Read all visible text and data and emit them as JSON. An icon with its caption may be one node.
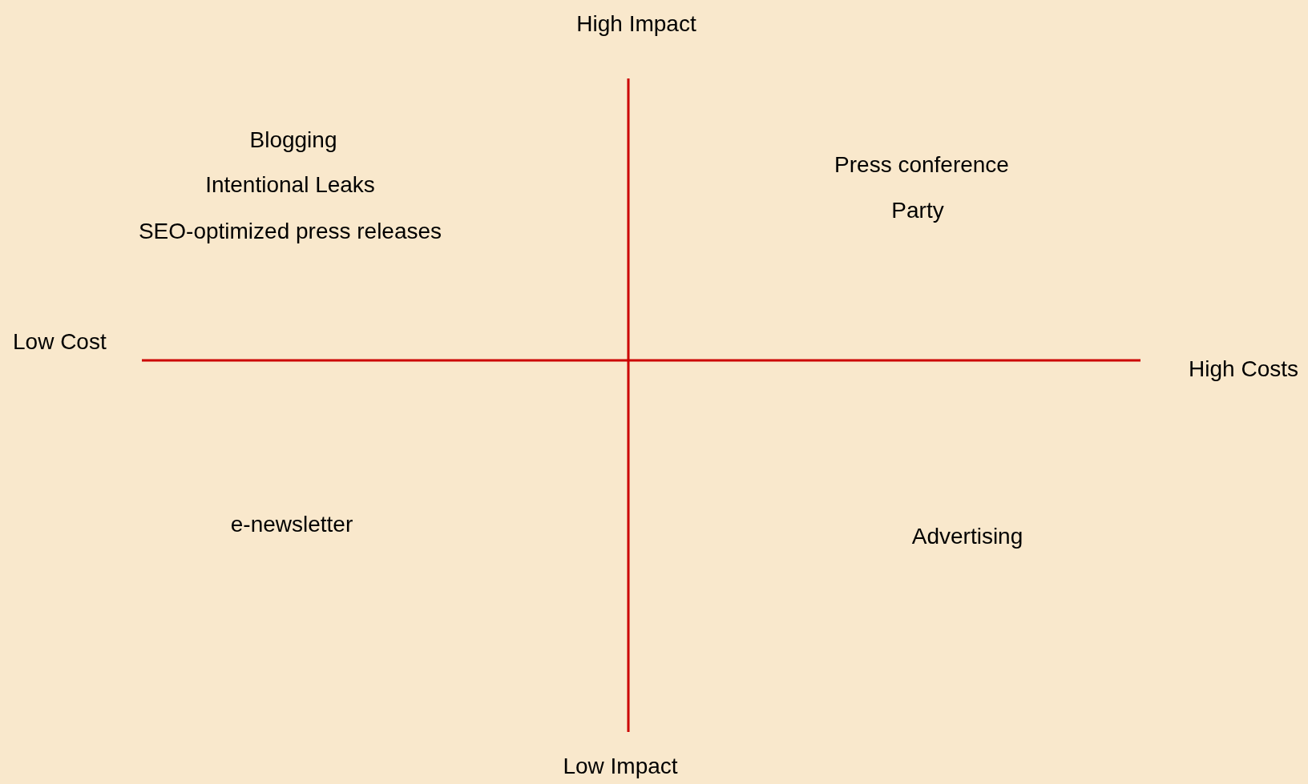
{
  "diagram": {
    "labels": [
      "High Impact",
      "Blogging",
      "Intentional Leaks",
      "SEO-optimized press releases",
      "Press conference",
      "Party",
      "Low Cost",
      "High Costs",
      "e-newsletter",
      "Advertising",
      "Low Impact"
    ]
  }
}
